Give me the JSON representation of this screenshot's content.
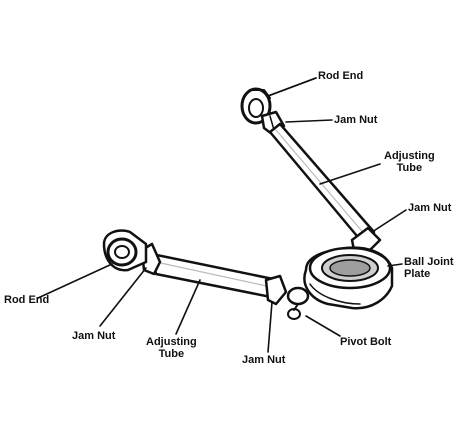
{
  "labels": {
    "rod_end_top": "Rod End",
    "jam_nut_top": "Jam Nut",
    "adjusting_tube_top_line1": "Adjusting",
    "adjusting_tube_top_line2": "Tube",
    "jam_nut_right": "Jam Nut",
    "ball_joint_plate_line1": "Ball Joint",
    "ball_joint_plate_line2": "Plate",
    "rod_end_left": "Rod End",
    "jam_nut_left": "Jam Nut",
    "adjusting_tube_bottom_line1": "Adjusting",
    "adjusting_tube_bottom_line2": "Tube",
    "jam_nut_bottom": "Jam Nut",
    "pivot_bolt": "Pivot Bolt"
  },
  "colors": {
    "ink": "#111111",
    "paper": "#ffffff",
    "shade": "#cfcfcf"
  }
}
